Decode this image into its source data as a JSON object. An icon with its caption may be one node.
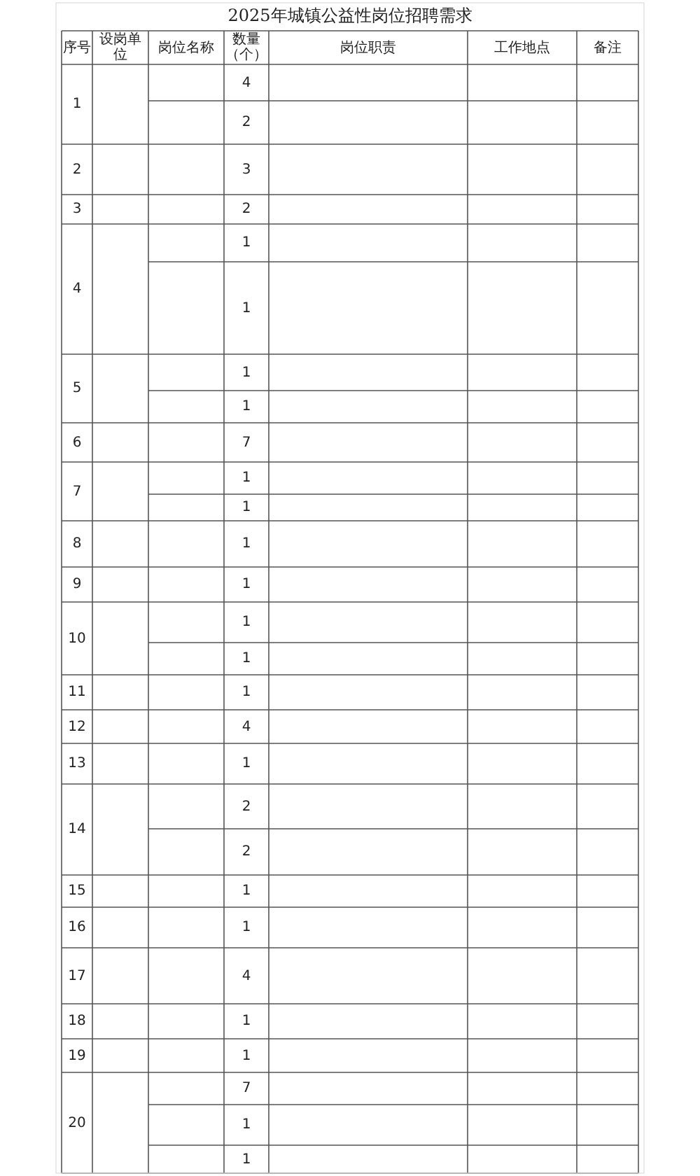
{
  "diagram": {
    "title": "2025年城镇公益性岗位招聘需求",
    "labels": [
      "序号",
      "设岗单位",
      "岗位名称",
      "数量（个）",
      "岗位职责",
      "工作地点",
      "备注",
      "1",
      "4",
      "2",
      "2",
      "3",
      "3",
      "2",
      "4",
      "1",
      "1",
      "5",
      "1",
      "1",
      "6",
      "7",
      "7",
      "1",
      "1",
      "8",
      "1",
      "9",
      "1",
      "10",
      "1",
      "1",
      "11",
      "1",
      "12",
      "4",
      "13",
      "1",
      "14",
      "2",
      "2",
      "15",
      "1",
      "16",
      "1",
      "17",
      "4",
      "18",
      "1",
      "19",
      "1",
      "20",
      "7",
      "1",
      "1"
    ]
  }
}
